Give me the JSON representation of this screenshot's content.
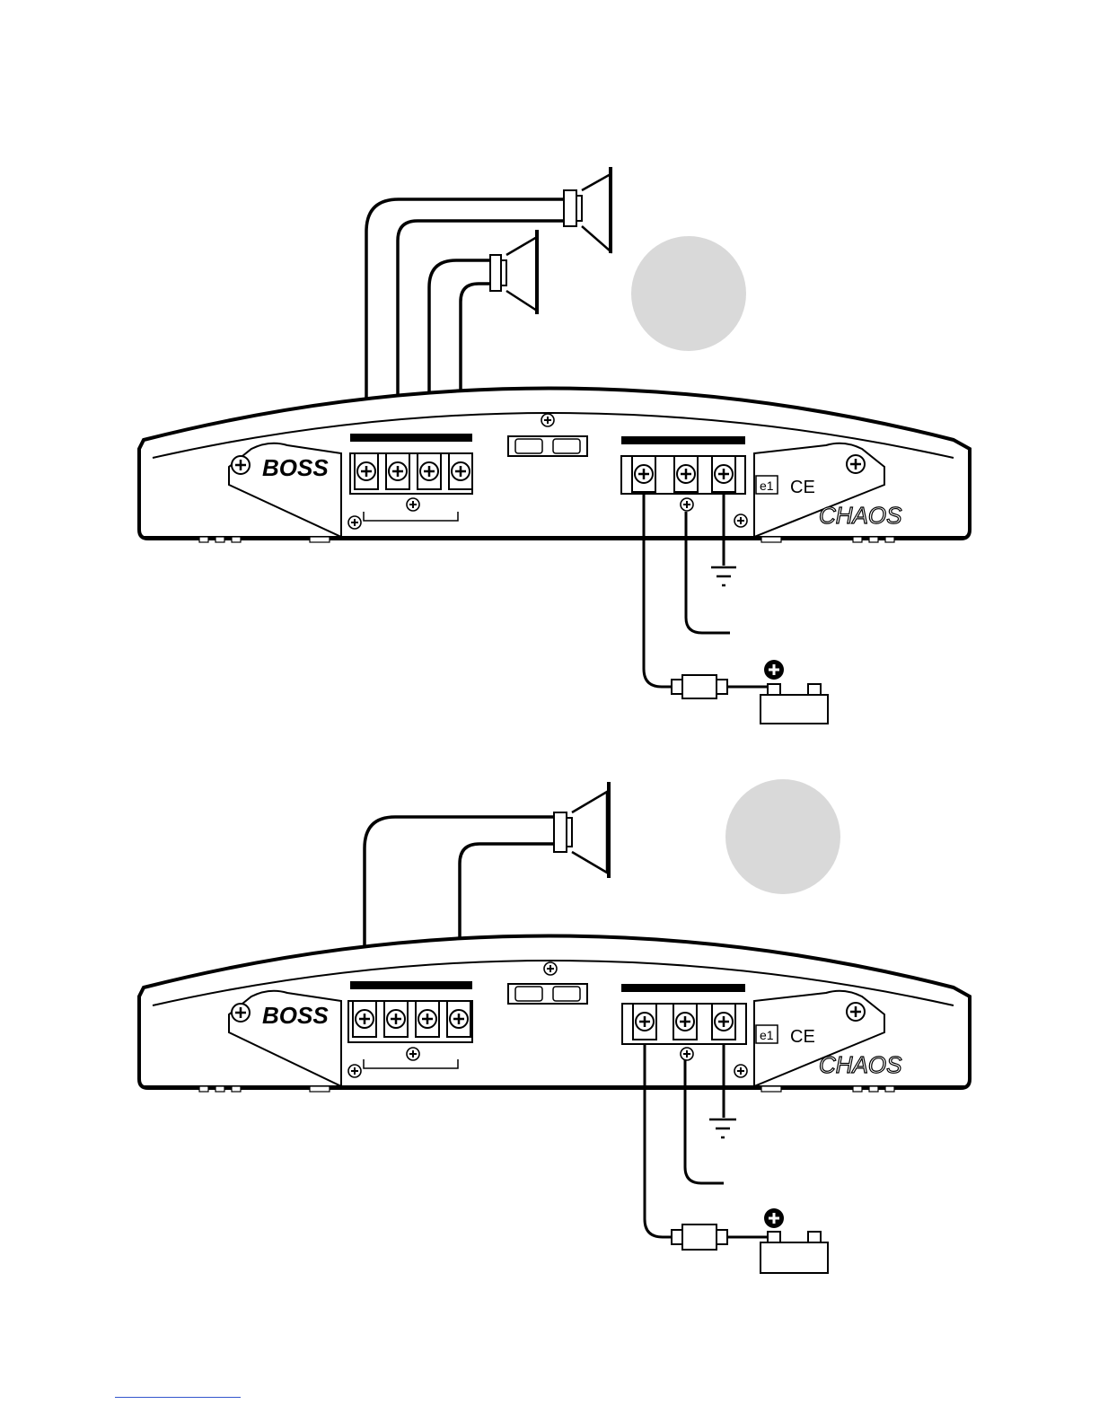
{
  "diagrams": [
    {
      "brand": "BOSS",
      "model": "CHAOS",
      "cert_mark": "e1",
      "ce_mark": "CE",
      "speakers": 2
    },
    {
      "brand": "BOSS",
      "model": "CHAOS",
      "cert_mark": "e1",
      "ce_mark": "CE",
      "speakers": 1
    }
  ],
  "colors": {
    "line": "#000000",
    "badge": "#d9d9d9",
    "amp_body": "#ffffff"
  }
}
